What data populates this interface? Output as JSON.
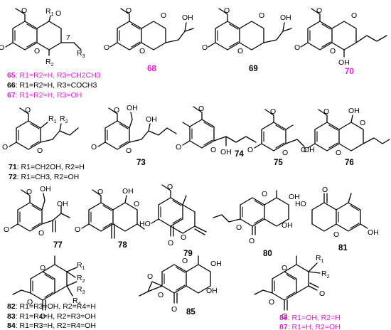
{
  "atoms": {
    "O": "O",
    "OH": "OH",
    "HO": "HO",
    "R1": "R",
    "R2": "R",
    "R3": "R",
    "R4": "R",
    "sub1": "1",
    "sub2": "2",
    "sub3": "3",
    "sub4": "4",
    "seven": "7"
  },
  "compounds": [
    {
      "id": "68",
      "color": "#e51be0"
    },
    {
      "id": "69",
      "color": "#000000"
    },
    {
      "id": "70",
      "color": "#e51be0"
    },
    {
      "id": "73",
      "color": "#000000"
    },
    {
      "id": "74",
      "color": "#000000"
    },
    {
      "id": "75",
      "color": "#000000"
    },
    {
      "id": "76",
      "color": "#000000"
    },
    {
      "id": "77",
      "color": "#000000"
    },
    {
      "id": "78",
      "color": "#000000"
    },
    {
      "id": "79",
      "color": "#000000"
    },
    {
      "id": "80",
      "color": "#000000"
    },
    {
      "id": "81",
      "color": "#000000"
    },
    {
      "id": "85",
      "color": "#000000"
    }
  ],
  "captions": [
    {
      "num": "65",
      "text": ": R1=R2=H, R3=CH2CH3",
      "color": "#e51be0"
    },
    {
      "num": "66",
      "text": ": R1=R2=H, R3=COCH3",
      "color": "#000000"
    },
    {
      "num": "67",
      "text": ": R1=R2=H, R3=OH",
      "color": "#e51be0"
    },
    {
      "num": "71",
      "text": ": R1=CH2OH, R2=H",
      "color": "#000000"
    },
    {
      "num": "72",
      "text": ": R1=CH3, R2=OH",
      "color": "#000000"
    },
    {
      "num": "82",
      "text": ": R1=R3=OH, R2=R4=H",
      "color": "#000000"
    },
    {
      "num": "83",
      "text": ": R1=R4=H, R2=R3=OH",
      "color": "#000000"
    },
    {
      "num": "84",
      "text": ": R1=R3=H, R2=R4=OH",
      "color": "#000000"
    },
    {
      "num": "86",
      "text": ": R1=OH, R2=H",
      "color": "#e51be0"
    },
    {
      "num": "87",
      "text": ": R1=H, R2=OH",
      "color": "#e51be0"
    }
  ]
}
